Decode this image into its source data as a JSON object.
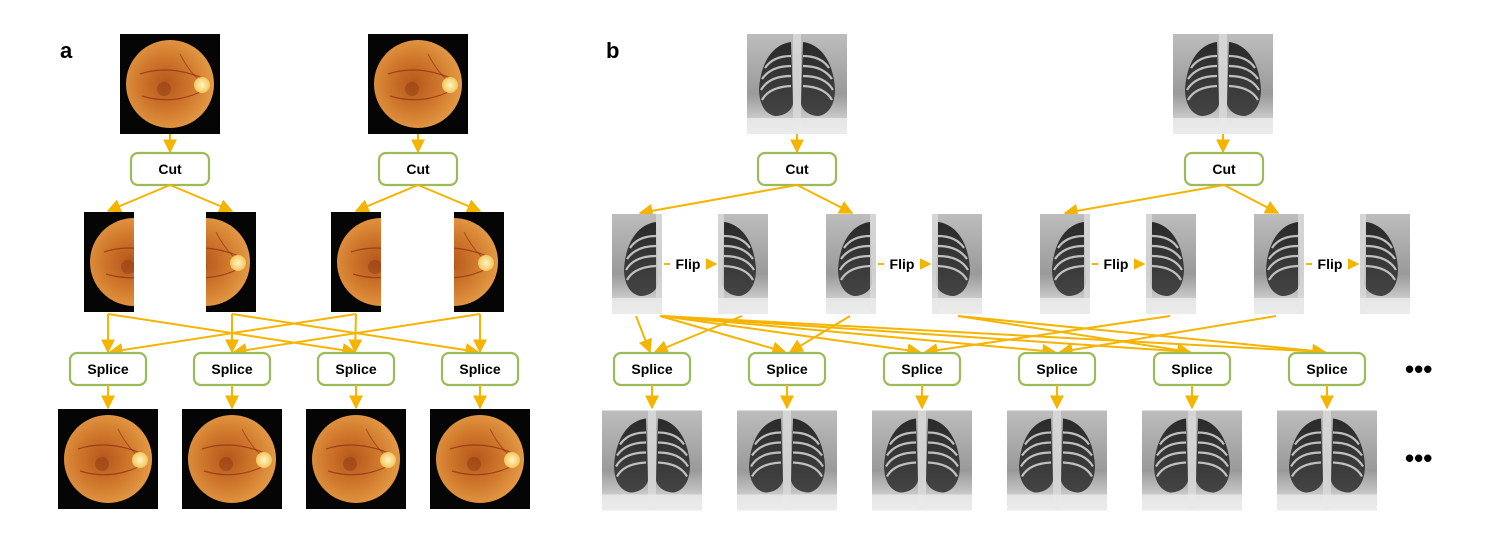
{
  "panels": {
    "a": {
      "label": "a",
      "cut_label": "Cut",
      "splice_label": "Splice"
    },
    "b": {
      "label": "b",
      "cut_label": "Cut",
      "flip_label": "Flip",
      "splice_label": "Splice",
      "ellipsis": "•••"
    }
  },
  "colors": {
    "arrow": "#f4b400",
    "box_border": "#9bbb59",
    "fundus_orange": "#d2691e",
    "xray_bg": "#111111"
  }
}
